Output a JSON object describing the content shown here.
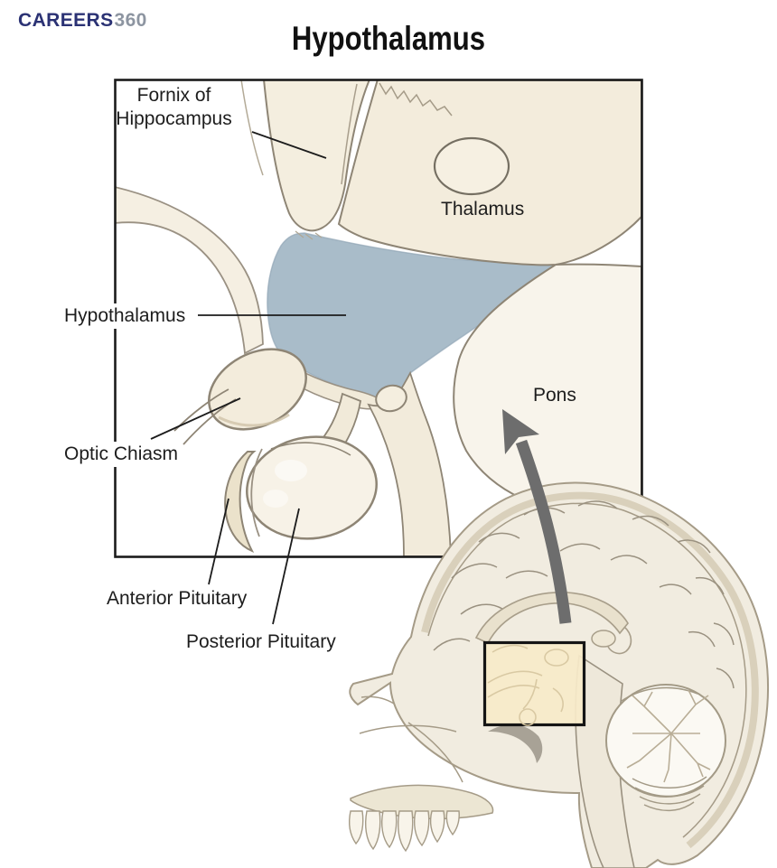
{
  "brand": {
    "bold": "CAREERS",
    "light": "360"
  },
  "title": "Hypothalamus",
  "labels": {
    "fornix_line1": "Fornix of",
    "fornix_line2": "Hippocampus",
    "thalamus": "Thalamus",
    "hypothalamus": "Hypothalamus",
    "optic_chiasm": "Optic Chiasm",
    "pons": "Pons",
    "anterior_pituitary": "Anterior Pituitary",
    "posterior_pituitary": "Posterior Pituitary"
  },
  "icons": {
    "inset_arrow": "curved-arrow-up-left",
    "highlight_box": "zoom-region-indicator",
    "brain_inset": "sagittal-head-illustration"
  },
  "colors": {
    "logo_navy": "#2b3274",
    "logo_gray": "#8d95a1",
    "text": "#1d1d1d",
    "box_border": "#1b1b1b",
    "cream": "#f3ecdc",
    "cream_light": "#f8f4eb",
    "outline": "#8e8575",
    "hypothalamus_blue": "#a9bcc9",
    "highlight_tan": "#f7ebc9",
    "arrow_gray": "#6d6d6d"
  }
}
